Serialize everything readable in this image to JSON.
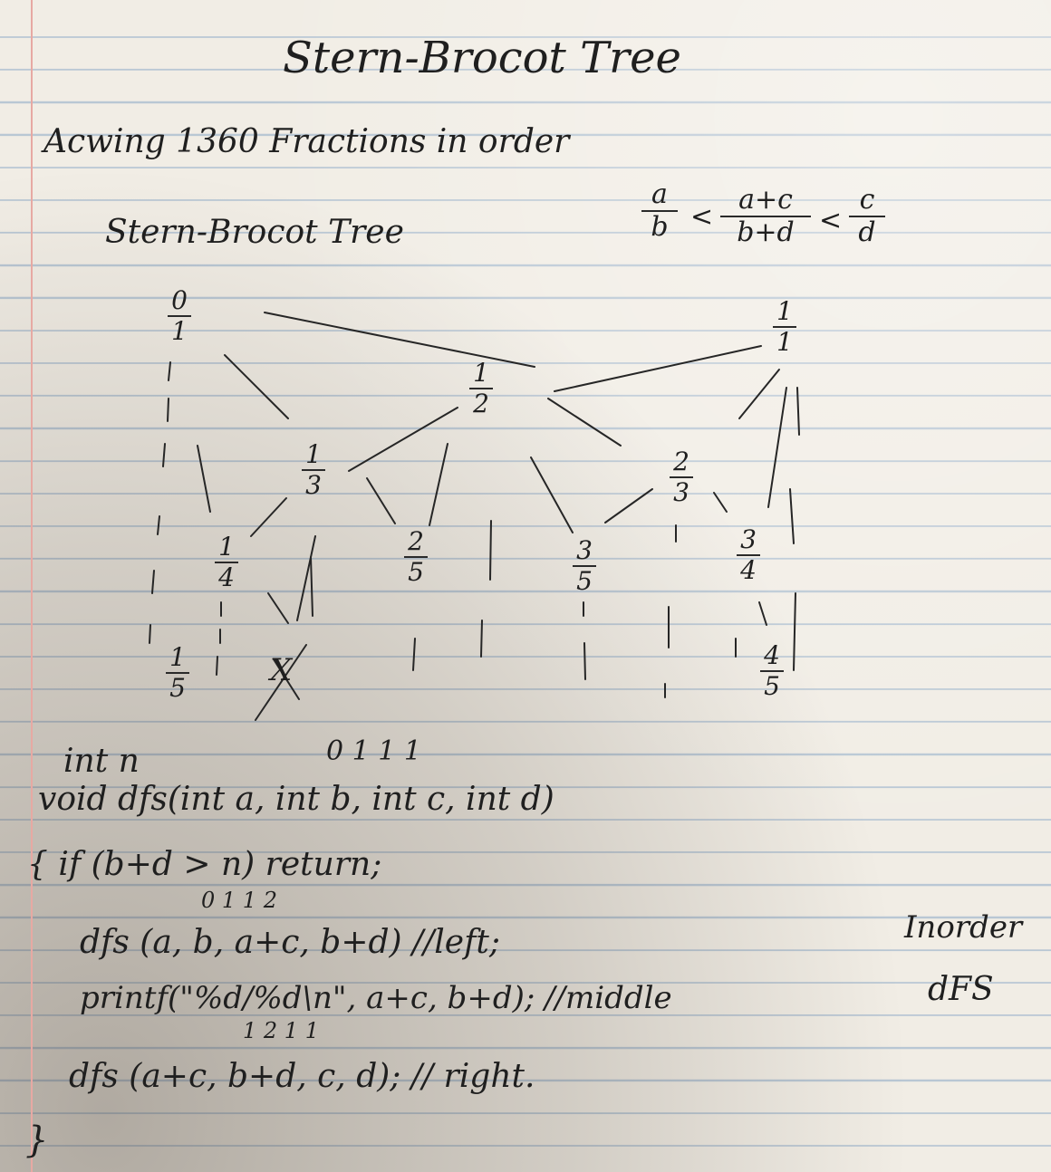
{
  "title": "Stern-Brocot Tree",
  "problem": "Acwing 1360 Fractions in order",
  "subtitle": "Stern-Brocot Tree",
  "mediant": {
    "left_num": "a",
    "left_den": "b",
    "mid_num": "a+c",
    "mid_den": "b+d",
    "right_num": "c",
    "right_den": "d",
    "lt1": "<",
    "lt2": "<"
  },
  "tree": {
    "n_0_1": {
      "num": "0",
      "den": "1"
    },
    "n_1_1": {
      "num": "1",
      "den": "1"
    },
    "n_1_2": {
      "num": "1",
      "den": "2"
    },
    "n_1_3": {
      "num": "1",
      "den": "3"
    },
    "n_2_3": {
      "num": "2",
      "den": "3"
    },
    "n_1_4": {
      "num": "1",
      "den": "4"
    },
    "n_2_5": {
      "num": "2",
      "den": "5"
    },
    "n_3_5": {
      "num": "3",
      "den": "5"
    },
    "n_3_4": {
      "num": "3",
      "den": "4"
    },
    "n_1_5": {
      "num": "1",
      "den": "5"
    },
    "n_4_5": {
      "num": "4",
      "den": "5"
    },
    "crossed": "X"
  },
  "code": {
    "line1": "int n",
    "annot1": "0        1          1          1",
    "line2": "void dfs(int a, int b, int c, int d)",
    "line3": "{ if (b+d > n) return;",
    "annot3": "0      1        1            2",
    "line4": "dfs (a, b, a+c, b+d) //left;",
    "line5": "printf(\"%d/%d\\n\", a+c, b+d); //middle",
    "annot5": "1          2           1   1",
    "line6": "dfs (a+c, b+d, c, d); // right.",
    "line7": "}"
  },
  "side_note": {
    "line1": "Inorder",
    "line2": "dFS"
  }
}
